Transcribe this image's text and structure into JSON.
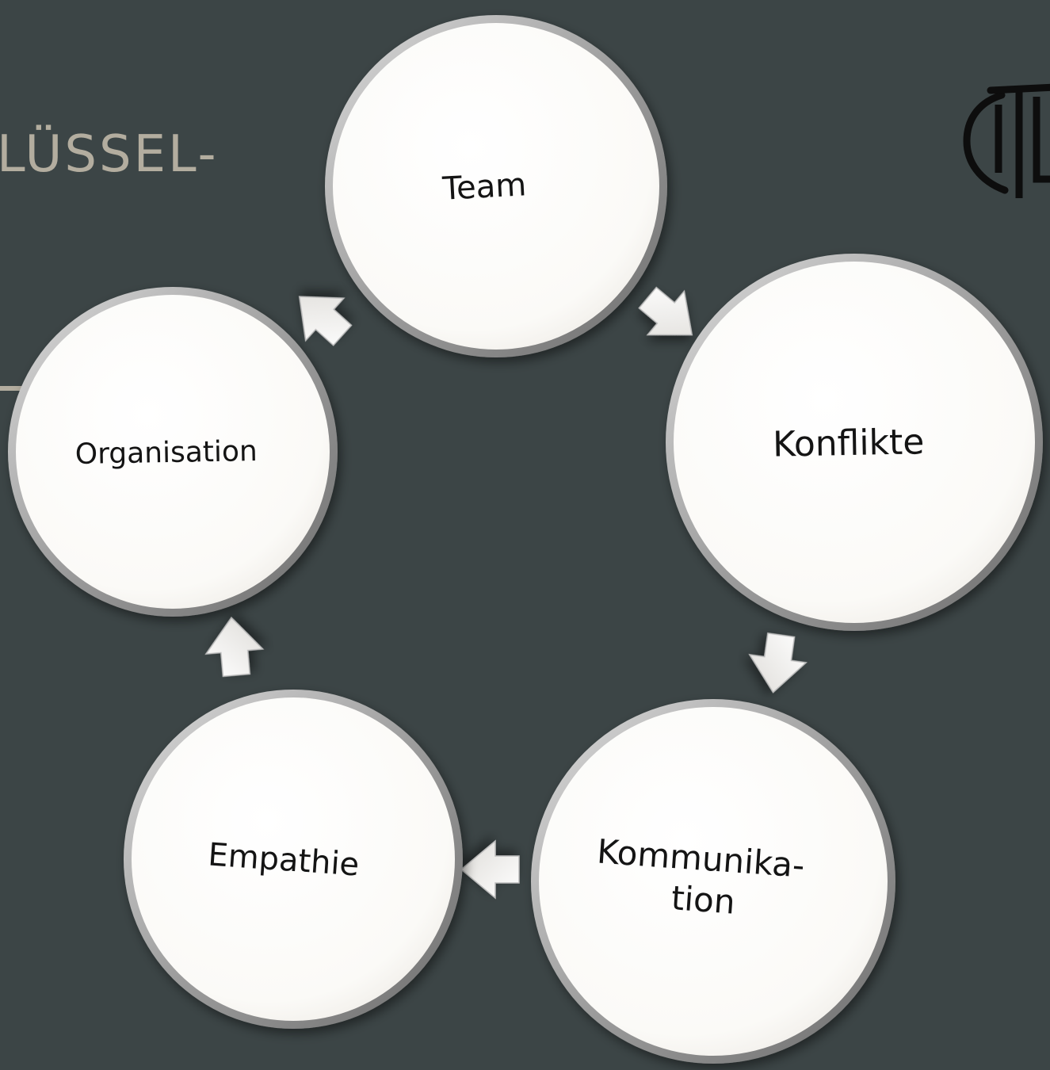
{
  "heading": "LÜSSEL-",
  "logo": {
    "name": "logo-mark",
    "color": "#0d0d0d"
  },
  "colors": {
    "background": "#3c4546",
    "heading": "#b3ad9f",
    "node_fill": "#fcfbf9",
    "text": "#141414"
  },
  "cycle": {
    "nodes": [
      {
        "id": "team",
        "lines": [
          "Team"
        ]
      },
      {
        "id": "konflikte",
        "lines": [
          "Konflikte"
        ]
      },
      {
        "id": "kommunikation",
        "lines": [
          "Kommunika-",
          "tion"
        ]
      },
      {
        "id": "empathie",
        "lines": [
          "Empathie"
        ]
      },
      {
        "id": "organisation",
        "lines": [
          "Organisation"
        ]
      }
    ],
    "edges": [
      {
        "from": "team",
        "to": "konflikte"
      },
      {
        "from": "konflikte",
        "to": "kommunikation"
      },
      {
        "from": "kommunikation",
        "to": "empathie"
      },
      {
        "from": "empathie",
        "to": "organisation"
      },
      {
        "from": "organisation",
        "to": "team"
      }
    ]
  }
}
